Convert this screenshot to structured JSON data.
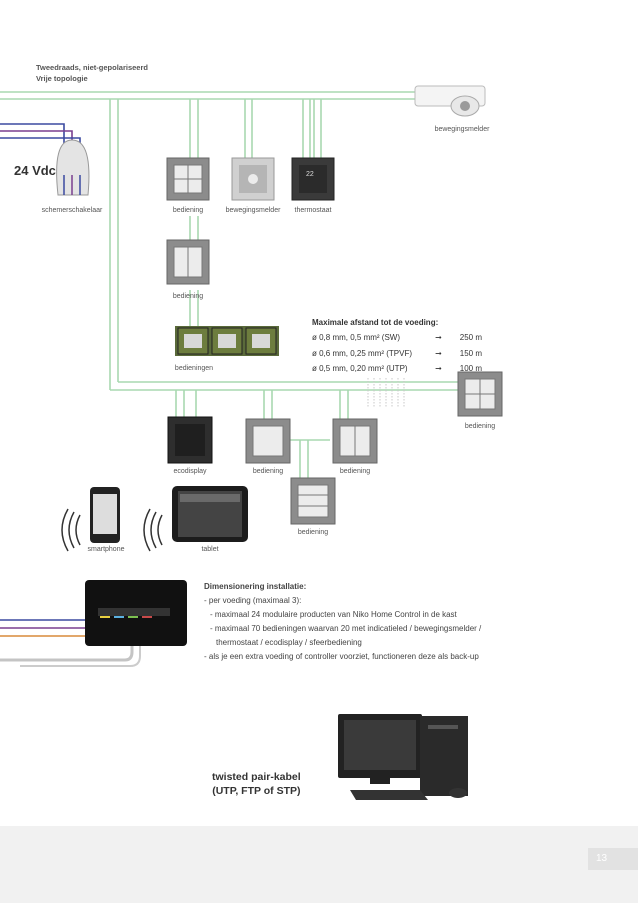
{
  "header": {
    "line1": "Tweedraads, niet-gepolariseerd",
    "line2": "Vrije topologie"
  },
  "voltage": "24 Vdc",
  "devices": {
    "motion_sensor_ceiling": "bewegingsmelder",
    "twilight_switch": "schemerschakelaar",
    "control_1": "bediening",
    "motion_sensor": "bewegingsmelder",
    "thermostat": "thermostaat",
    "thermostat_display": "22",
    "control_2": "bediening",
    "controls_group": "bedieningen",
    "control_right": "bediening",
    "ecodisplay": "ecodisplay",
    "control_3": "bediening",
    "control_4": "bediening",
    "control_5": "bediening",
    "smartphone": "smartphone",
    "tablet": "tablet"
  },
  "distance": {
    "title": "Maximale afstand tot de voeding:",
    "rows": [
      {
        "spec": "ø 0,8 mm, 0,5 mm² (SW)",
        "arrow": "➞",
        "value": "250 m"
      },
      {
        "spec": "ø 0,6 mm, 0,25 mm² (TPVF)",
        "arrow": "➞",
        "value": "150 m"
      },
      {
        "spec": "ø 0,5 mm, 0,20 mm² (UTP)",
        "arrow": "➞",
        "value": "100 m"
      }
    ]
  },
  "dimensioning": {
    "title": "Dimensionering installatie:",
    "line1": "- per voeding (maximaal 3):",
    "line2": "- maximaal 24 modulaire producten van Niko Home Control in de kast",
    "line3": "- maximaal 70 bedieningen waarvan 20 met indicatieled / bewegingsmelder /",
    "line4": "thermostaat / ecodisplay / sfeerbediening",
    "line5": "- als je een extra voeding of controller voorziet, functioneren deze als back-up"
  },
  "cable": {
    "line1": "twisted pair-kabel",
    "line2": "(UTP, FTP of STP)"
  },
  "page_number": "13",
  "colors": {
    "bus_line": "#a8d8b0",
    "wire_blue": "#3b4aa0",
    "wire_purple": "#7a3f8f",
    "wire_orange": "#d98a3a",
    "control_frame": "#8c8c8c",
    "dark_device": "#3a3a3a"
  }
}
